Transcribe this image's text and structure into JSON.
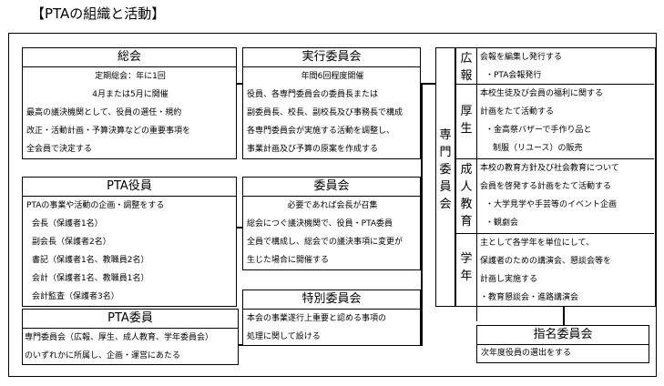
{
  "page_title": "【PTAの組織と活動】",
  "soukai": {
    "title": "総会",
    "lines": [
      "定期総会：年に1回",
      "4月または5月に開催",
      "最高の議決機関として、役員の選任・規約",
      "改正・活動計画・予算決算などの重要事項を",
      "全会員で決定する"
    ]
  },
  "jikkou": {
    "title": "実行委員会",
    "lines": [
      "年間6回程度開催",
      "役員、各専門委員会の委員長または",
      "副委員長、校長、副校長及び事務長で構成",
      "各専門委員会が実施する活動を調整し、",
      "事業計画及び予算の原案を作成する"
    ]
  },
  "yakuin": {
    "title": "PTA役員",
    "lines": [
      "PTAの事業や活動の企画・調整をする",
      "会長（保護者1名）",
      "副会長（保護者2名）",
      "書記（保護者1名、教職員2名）",
      "会計（保護者1名、教職員1名）",
      "会計監査（保護者3名）"
    ]
  },
  "iinkai": {
    "title": "委員会",
    "lines": [
      "必要であれば会長が召集",
      "総会につぐ議決機関で、役員・PTA委員",
      "全員で構成し、総会での議決事項に変更が",
      "生じた場合に開催する"
    ]
  },
  "iin": {
    "title": "PTA委員",
    "lines": [
      "専門委員会（広報、厚生、成人教育、学年委員会）",
      "のいずれかに所属し、企画・運営にあたる"
    ]
  },
  "tokubetsu": {
    "title": "特別委員会",
    "lines": [
      "本会の事業遂行上重要と認める事項の",
      "処理に関して設ける"
    ]
  },
  "senmon": {
    "label": [
      "専",
      "門",
      "委",
      "員",
      "会"
    ],
    "committees": [
      {
        "label": [
          "広",
          "報"
        ],
        "lines": [
          "会報を編集し発行する",
          "・PTA会報発行"
        ]
      },
      {
        "label": [
          "厚",
          "生"
        ],
        "lines": [
          "本校生徒及び会員の福利に関する",
          "計画をたて活動する",
          "・金高祭バザーで手作り品と",
          "制服（リユース）の販売"
        ]
      },
      {
        "label": [
          "成",
          "人",
          "教",
          "育"
        ],
        "lines": [
          "本校の教育方針及び社会教育について",
          "会員を啓発する計画をたて活動する",
          "・大学見学や手芸等のイベント企画",
          "・観劇会"
        ]
      },
      {
        "label": [
          "学",
          "年"
        ],
        "lines": [
          "主として各学年を単位にして、",
          "保護者のための講演会、懇談会等を",
          "計画し実施する",
          "・教育懇談会・進路講演会"
        ]
      }
    ]
  },
  "shimei": {
    "title": "指名委員会",
    "lines": [
      "次年度役員の選出をする"
    ]
  }
}
